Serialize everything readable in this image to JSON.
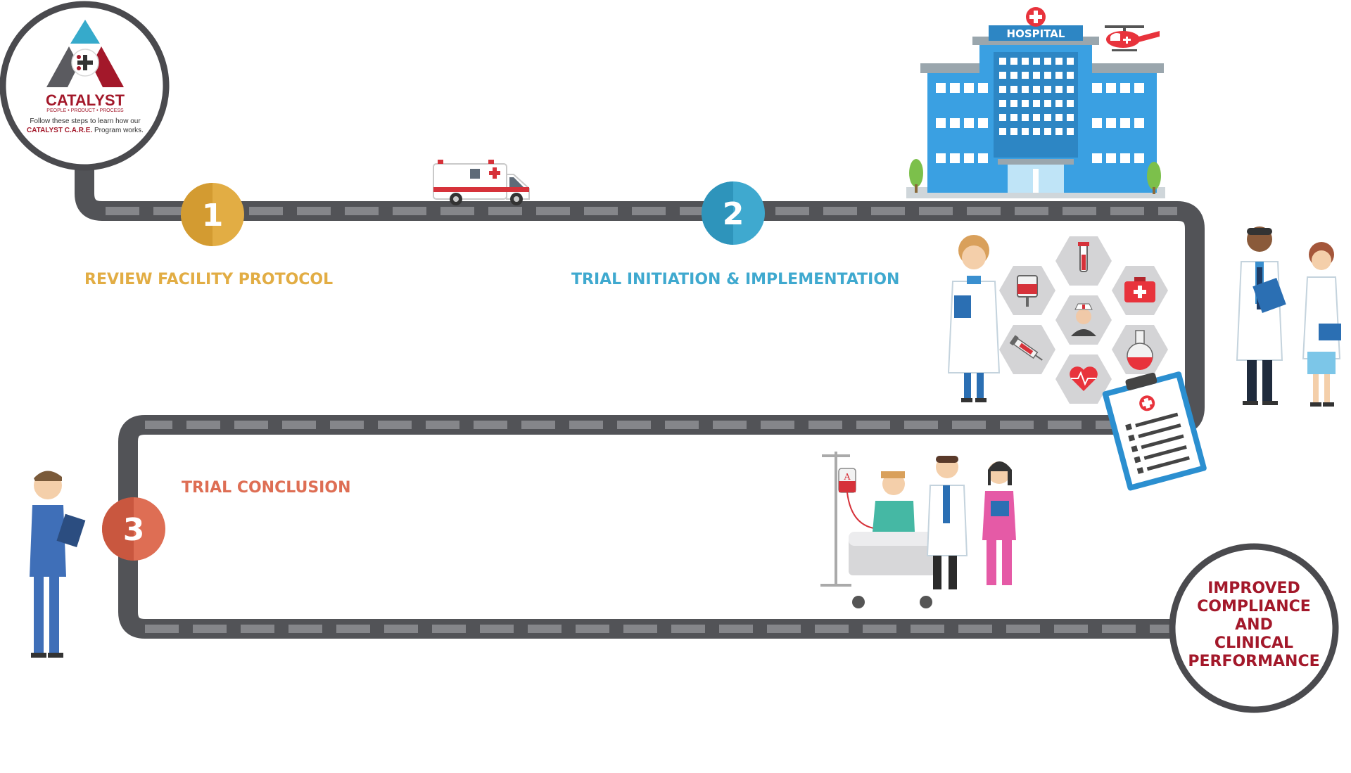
{
  "logo": {
    "brand": "CATALYST",
    "tagline": "PEOPLE • PRODUCT • PROCESS",
    "intro_line1": "Follow these steps to learn how our",
    "intro_line2_brand": "CATALYST C.A.R.E.",
    "intro_line2_rest": " Program works."
  },
  "steps": [
    {
      "number": "1",
      "label": "REVIEW FACILITY PROTOCOL",
      "color": "#e2ad44",
      "dark": "#d39b31"
    },
    {
      "number": "2",
      "label": "TRIAL INITIATION & IMPLEMENTATION",
      "color": "#3fa9cf",
      "dark": "#2e94bb"
    },
    {
      "number": "3",
      "label": "TRIAL CONCLUSION",
      "color": "#de6e54",
      "dark": "#c9573f"
    }
  ],
  "hospital_sign": "HOSPITAL",
  "blood_bag_letter": "A",
  "result": {
    "line1": "IMPROVED",
    "line2": "COMPLIANCE",
    "line3": "AND",
    "line4": "CLINICAL",
    "line5": "PERFORMANCE",
    "color": "#a3182a"
  },
  "colors": {
    "road": "#525357",
    "road_dash": "#85868a",
    "circle_border": "#4a4a4e",
    "brand_red": "#a3182a"
  }
}
